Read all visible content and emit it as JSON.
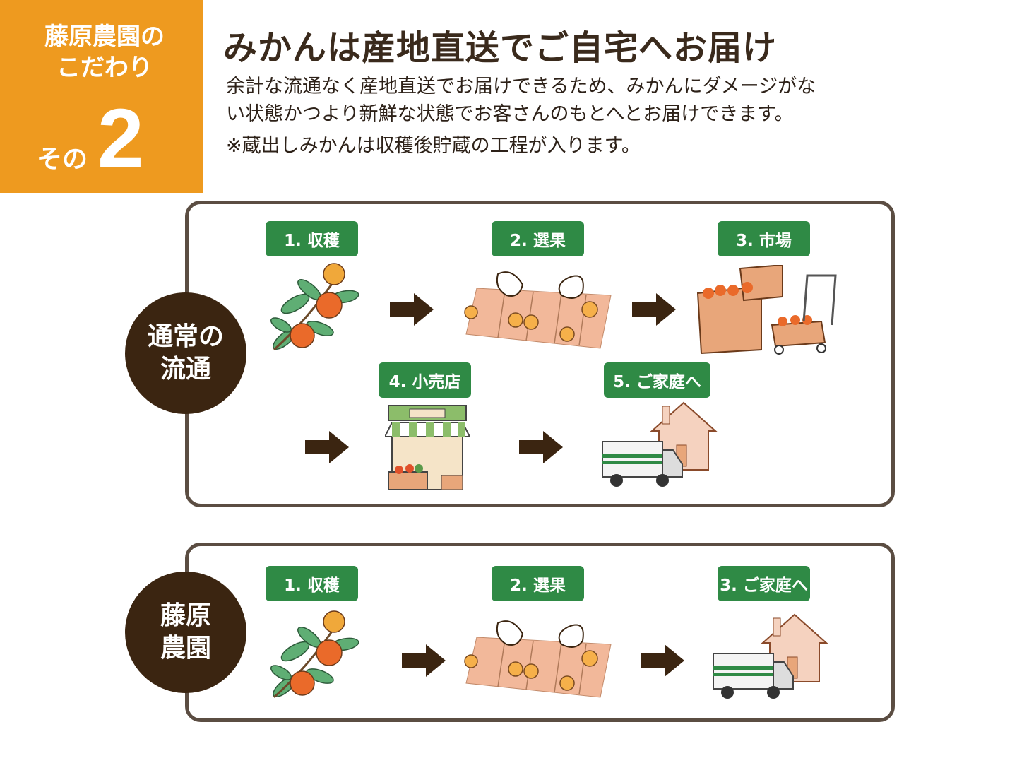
{
  "badge": {
    "line1": "藤原農園の",
    "line2": "こだわり",
    "sono": "その",
    "number": "2"
  },
  "title": "みかんは産地直送でご自宅へお届け",
  "description": [
    "余計な流通なく産地直送でお届けできるため、みかんにダメージがな",
    "い状態かつより新鮮な状態でお客さんのもとへとお届けできます。",
    "※蔵出しみかんは収穫後貯蔵の工程が入ります。"
  ],
  "normal_flow": {
    "label_line1": "通常の",
    "label_line2": "流通",
    "steps": [
      "1. 収穫",
      "2. 選果",
      "3. 市場",
      "4. 小売店",
      "5. ご家庭へ"
    ]
  },
  "farm_flow": {
    "label_line1": "藤原",
    "label_line2": "農園",
    "steps": [
      "1. 収穫",
      "2. 選果",
      "3. ご家庭へ"
    ]
  },
  "colors": {
    "orange": "#ee9a1f",
    "green": "#2f8a45",
    "brown": "#3b2511",
    "border": "#5b4d42"
  }
}
